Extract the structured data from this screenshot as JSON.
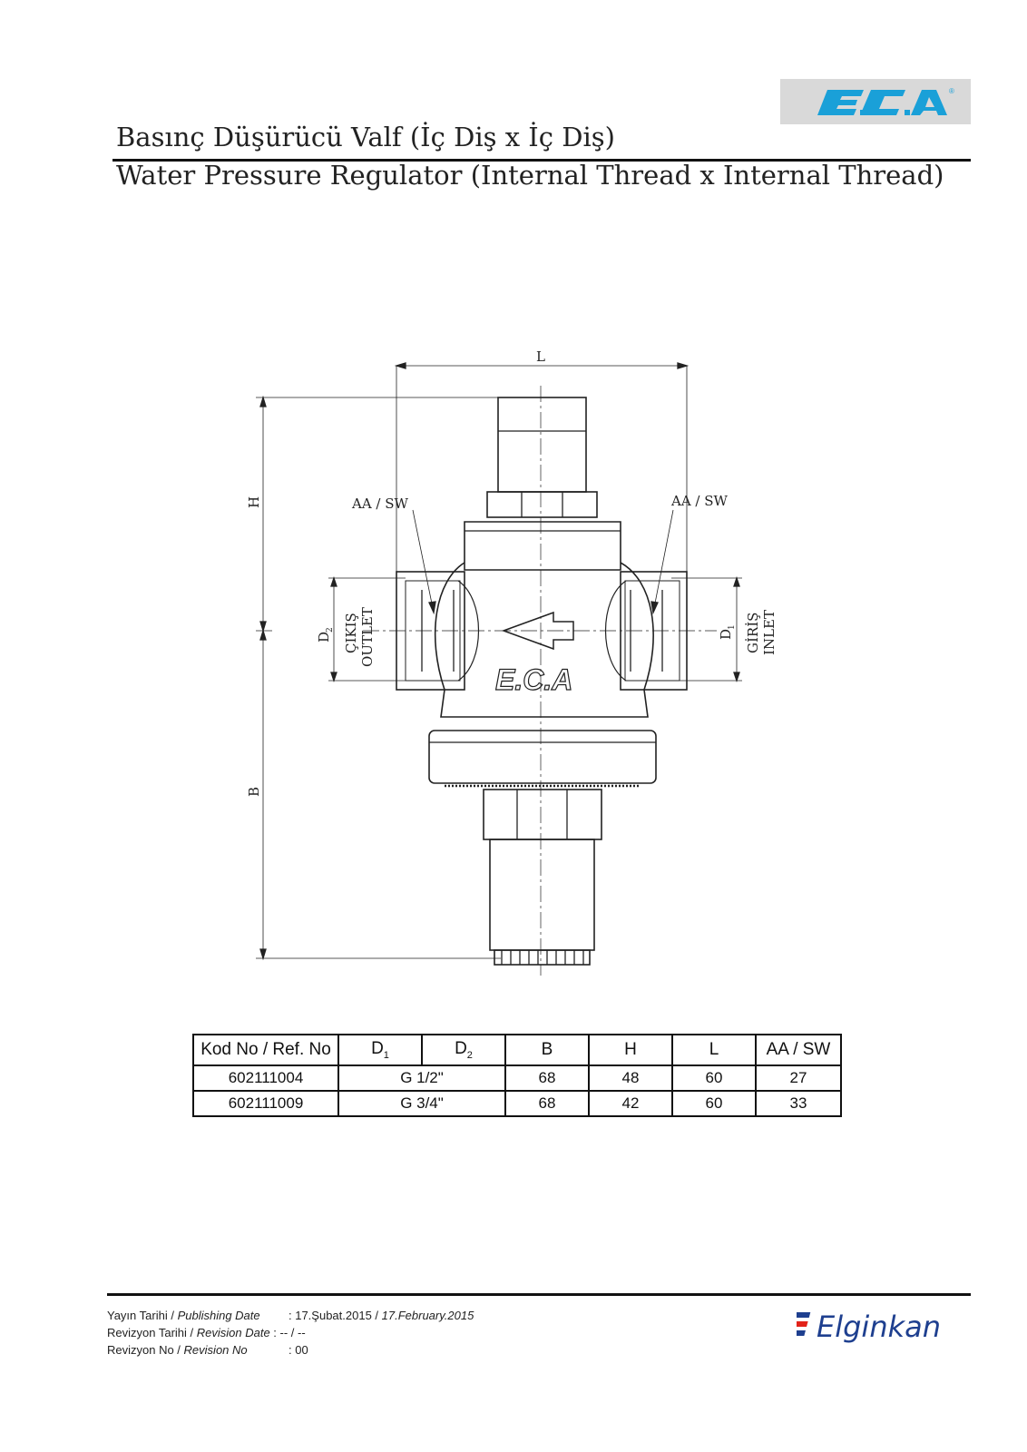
{
  "brand": {
    "logo_text": "E.C.A",
    "registered": "®",
    "footer_brand": "Elginkan"
  },
  "title": {
    "tr": "Basınç Düşürücü Valf (İç Diş x İç Diş)",
    "en": "Water Pressure Regulator (Internal Thread x Internal Thread)"
  },
  "drawing": {
    "L": "L",
    "H": "H",
    "B": "B",
    "aa_sw_left": "AA / SW",
    "aa_sw_right": "AA / SW",
    "d2": "D",
    "d2_sub": "2",
    "d1": "D",
    "d1_sub": "1",
    "outlet_tr": "ÇIKIŞ",
    "outlet_en": "OUTLET",
    "inlet_tr": "GİRİŞ",
    "inlet_en": "INLET",
    "body_logo": "E.C.A"
  },
  "table": {
    "headers": {
      "ref": "Kod No / Ref. No",
      "d1": "D",
      "d1_sub": "1",
      "d2": "D",
      "d2_sub": "2",
      "b": "B",
      "h": "H",
      "l": "L",
      "aa": "AA / SW"
    },
    "rows": [
      {
        "ref": "602111004",
        "d": "G 1/2\"",
        "b": "68",
        "h": "48",
        "l": "60",
        "aa": "27"
      },
      {
        "ref": "602111009",
        "d": "G 3/4\"",
        "b": "68",
        "h": "42",
        "l": "60",
        "aa": "33"
      }
    ]
  },
  "footer": {
    "publish_label_tr": "Yayın Tarihi / ",
    "publish_label_en": "Publishing Date",
    "publish_value_tr": ": 17.Şubat.2015 / ",
    "publish_value_en": "17.February.2015",
    "revdate_label_tr": "Revizyon Tarihi / ",
    "revdate_label_en": "Revision Date",
    "revdate_value": " : -- / --",
    "revno_label_tr": "Revizyon No / ",
    "revno_label_en": "Revision No",
    "revno_value": ": 00"
  },
  "colors": {
    "eca_blue": "#1aa0d8",
    "elginkan_blue": "#1e3f8f",
    "elginkan_red": "#e2231a"
  }
}
